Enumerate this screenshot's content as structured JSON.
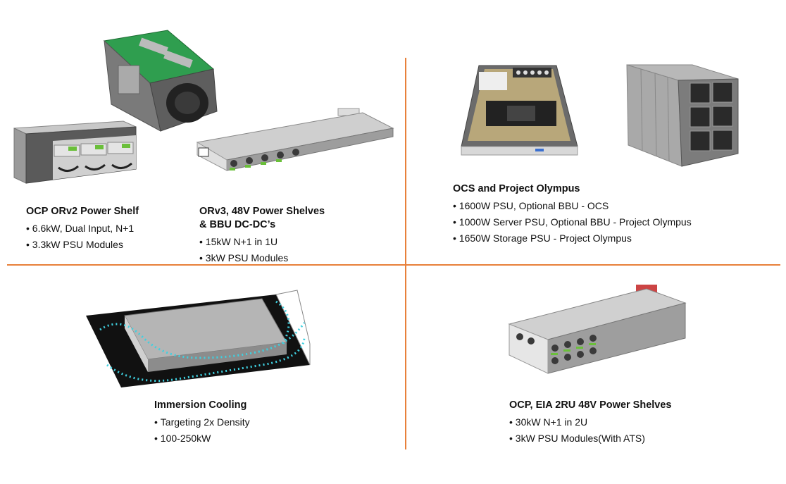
{
  "panels": [
    {
      "id": "orv2",
      "title": "OCP ORv2 Power Shelf",
      "bullets": [
        "6.6kW, Dual Input, N+1",
        "3.3kW PSU Modules"
      ]
    },
    {
      "id": "orv3",
      "title": "ORv3, 48V Power Shelves\n& BBU  DC-DC’s",
      "bullets": [
        "15kW N+1 in 1U",
        "3kW PSU Modules"
      ]
    },
    {
      "id": "ocs",
      "title": "OCS and Project Olympus",
      "bullets": [
        "1600W PSU, Optional BBU - OCS",
        "1000W Server PSU, Optional BBU - Project Olympus",
        "1650W Storage PSU - Project Olympus"
      ]
    },
    {
      "id": "immersion",
      "title": "Immersion Cooling",
      "bullets": [
        "Targeting 2x Density",
        "100-250kW"
      ]
    },
    {
      "id": "eia",
      "title": "OCP, EIA 2RU  48V Power Shelves",
      "bullets": [
        "30kW N+1 in 2U",
        "3kW PSU Modules(With ATS)"
      ]
    }
  ],
  "colors": {
    "divider": "#e8803a",
    "module_green": "#6abf3a",
    "pcb_green": "#2f9e4f",
    "coolant": "#3fd0e0"
  }
}
